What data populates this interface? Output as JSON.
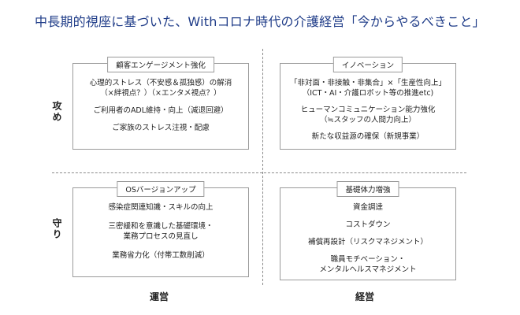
{
  "title": "中長期的視座に基づいた、Withコロナ時代の介護経営「今からやるべきこと」",
  "axis": {
    "top": "攻め",
    "bottom": "守り",
    "left": "運営",
    "right": "経営"
  },
  "quadrants": {
    "top_left": {
      "tag": "顧客エンゲージメント強化",
      "items": [
        "心理的ストレス（不安感＆孤独感）の解消\n（×絆視点？）（×エンタメ視点？）",
        "ご利用者のADL維持・向上（減退回避）",
        "ご家族のストレス注視・配慮"
      ]
    },
    "top_right": {
      "tag": "イノベーション",
      "items": [
        "「非対面・非接触・非集合」×「生産性向上」\n（ICT・AI・介護ロボット等の推進etc)",
        "ヒューマンコミュニケーション能力強化\n（≒スタッフの人間力向上）",
        "新たな収益源の確保（新規事業）"
      ]
    },
    "bottom_left": {
      "tag": "OSバージョンアップ",
      "items": [
        "感染症関連知識・スキルの向上",
        "三密緩和を意識した基礎環境・\n業務プロセスの見直し",
        "業務省力化（付帯工数削減）"
      ]
    },
    "bottom_right": {
      "tag": "基礎体力増強",
      "items": [
        "資金調達",
        "コストダウン",
        "補償再設計（リスクマネジメント）",
        "職員モチベーション・\nメンタルヘルスマネジメント"
      ]
    }
  }
}
